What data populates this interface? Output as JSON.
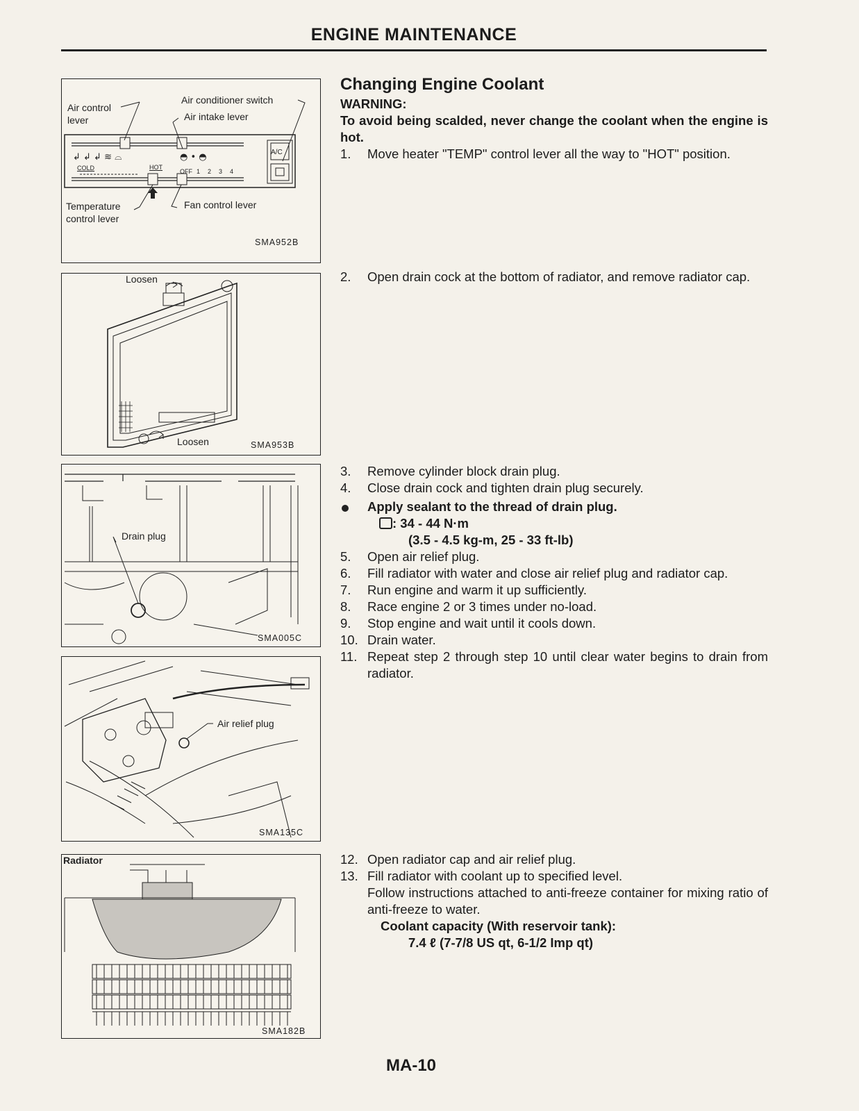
{
  "header": {
    "title": "ENGINE MAINTENANCE"
  },
  "figures": {
    "fig1": {
      "code": "SMA952B",
      "labels": {
        "air_control": "Air control",
        "lever": "lever",
        "ac_switch": "Air conditioner switch",
        "air_intake": "Air intake lever",
        "temperature": "Temperature",
        "control_lever": "control lever",
        "fan_control": "Fan control lever",
        "cold": "COLD",
        "hot": "HOT",
        "off": "OFF",
        "ac": "A/C",
        "fan_speeds": [
          "1",
          "2",
          "3",
          "4"
        ]
      }
    },
    "fig2": {
      "code": "SMA953B",
      "labels": {
        "loosen_top": "Loosen",
        "loosen_bottom": "Loosen"
      }
    },
    "fig3": {
      "code": "SMA005C",
      "labels": {
        "drain_plug": "Drain plug"
      }
    },
    "fig4": {
      "code": "SMA135C",
      "labels": {
        "air_relief_plug": "Air relief plug"
      }
    },
    "fig5": {
      "code": "SMA182B",
      "labels": {
        "radiator": "Radiator"
      }
    }
  },
  "section": {
    "title": "Changing Engine Coolant",
    "warning_label": "WARNING:",
    "warning_text": "To avoid being scalded, never change the coolant when the engine is hot."
  },
  "steps": {
    "s1": {
      "num": "1.",
      "text": "Move heater \"TEMP\" control lever all the way to \"HOT\" position."
    },
    "s2": {
      "num": "2.",
      "text": "Open drain cock at the bottom of radiator, and remove radiator cap."
    },
    "s3": {
      "num": "3.",
      "text": "Remove cylinder block drain plug."
    },
    "s4": {
      "num": "4.",
      "text": "Close drain cock and tighten drain plug securely."
    },
    "bullet": "Apply sealant to the thread of drain plug.",
    "torque_1": ": 34 - 44 N·m",
    "torque_2": "(3.5 - 4.5 kg-m, 25 - 33 ft-lb)",
    "s5": {
      "num": "5.",
      "text": "Open air relief plug."
    },
    "s6": {
      "num": "6.",
      "text": "Fill radiator with water and close air relief plug and radiator cap."
    },
    "s7": {
      "num": "7.",
      "text": "Run engine and warm it up sufficiently."
    },
    "s8": {
      "num": "8.",
      "text": "Race engine 2 or 3 times under no-load."
    },
    "s9": {
      "num": "9.",
      "text": "Stop engine and wait until it cools down."
    },
    "s10": {
      "num": "10.",
      "text": "Drain water."
    },
    "s11": {
      "num": "11.",
      "text": "Repeat step 2 through step 10 until clear water begins to drain from radiator."
    },
    "s12": {
      "num": "12.",
      "text": "Open radiator cap and air relief plug."
    },
    "s13": {
      "num": "13.",
      "text": "Fill radiator with coolant up to specified level."
    },
    "s13_follow": "Follow instructions attached to anti-freeze container for mixing ratio of anti-freeze to water.",
    "capacity_label": "Coolant capacity (With reservoir tank):",
    "capacity_value": "7.4 ℓ (7-7/8 US qt, 6-1/2 Imp qt)"
  },
  "footer": {
    "page": "MA-10"
  }
}
